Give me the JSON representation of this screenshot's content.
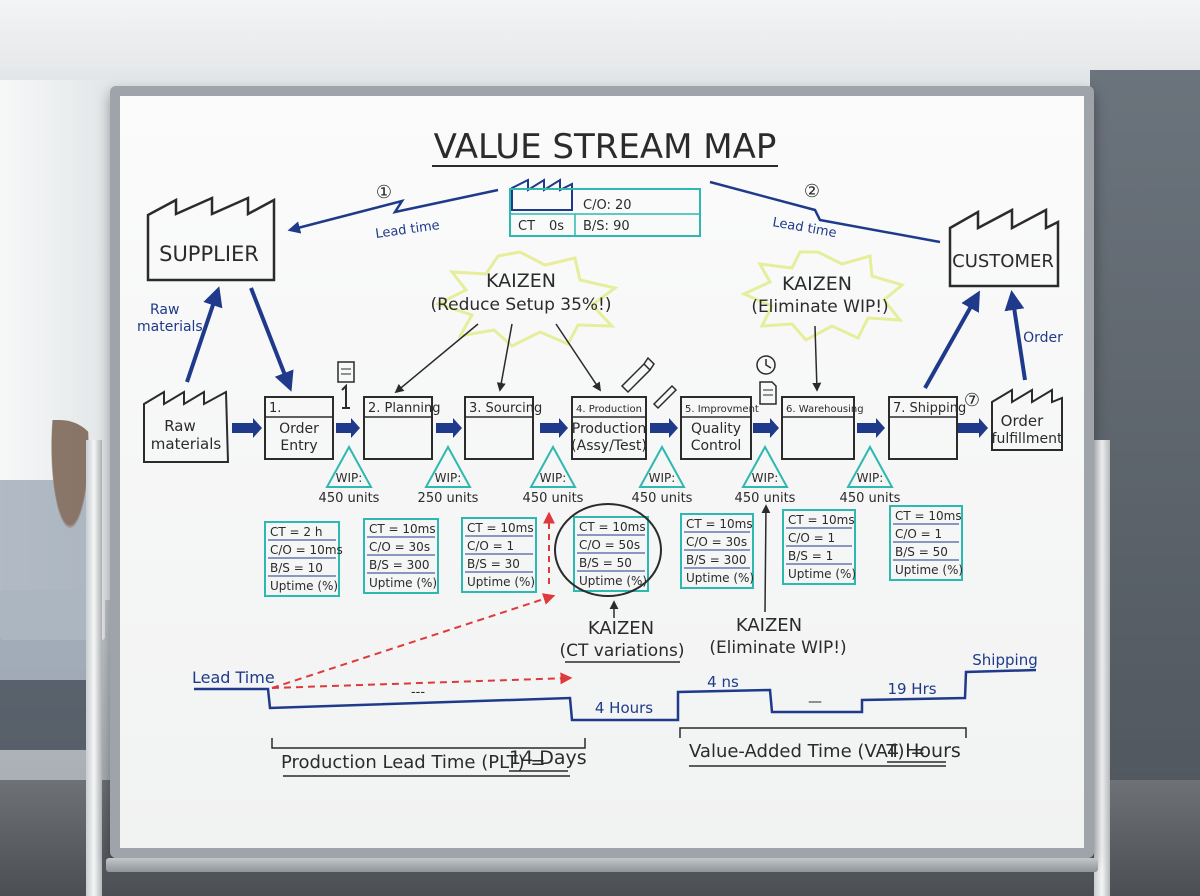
{
  "title": "VALUE STREAM MAP",
  "control": {
    "number": "①",
    "co": "C/O: 20",
    "bs": "B/S: 90",
    "ct": "CT",
    "ct_value": "0s"
  },
  "supplier": {
    "label": "SUPPLIER",
    "lead_time": "Lead time",
    "number": "①",
    "raw_materials_arrow": "Raw materials"
  },
  "customer": {
    "label": "CUSTOMER",
    "lead_time": "Lead time",
    "number": "②",
    "order_arrow": "Order"
  },
  "kaizen_bursts": [
    {
      "title": "KAIZEN",
      "text": "(Reduce Setup 35%!)"
    },
    {
      "title": "KAIZEN",
      "text": "(Eliminate WIP!)"
    }
  ],
  "kaizen_notes": [
    {
      "title": "KAIZEN",
      "text": "(CT variations)"
    },
    {
      "title": "KAIZEN",
      "text": "(Eliminate WIP!)"
    }
  ],
  "raw_materials": {
    "line1": "Raw",
    "line2": "materials"
  },
  "processes": [
    {
      "header": "1.",
      "body1": "Order",
      "body2": "Entry"
    },
    {
      "header": "2. Planning",
      "body1": "",
      "body2": ""
    },
    {
      "header": "3. Sourcing",
      "body1": "",
      "body2": ""
    },
    {
      "header": "4. Production",
      "body1": "Production",
      "body2": "(Assy/Test)"
    },
    {
      "header": "5. Improvment",
      "body1": "Quality",
      "body2": "Control"
    },
    {
      "header": "6. Warehousing",
      "body1": "",
      "body2": ""
    },
    {
      "header": "7. Shipping",
      "body1": "",
      "body2": ""
    }
  ],
  "fulfillment": {
    "number": "⑦",
    "line1": "Order",
    "line2": "fulfillment"
  },
  "inventory": [
    {
      "label": "WIP:",
      "units": "450 units"
    },
    {
      "label": "WIP:",
      "units": "250 units"
    },
    {
      "label": "WIP:",
      "units": "450 units"
    },
    {
      "label": "WIP:",
      "units": "450 units"
    },
    {
      "label": "WIP:",
      "units": "450 units"
    },
    {
      "label": "WIP:",
      "units": "450 units"
    }
  ],
  "data_boxes": [
    [
      "CT = 2 h",
      "C/O = 10ms",
      "B/S = 10",
      "Uptime (%)"
    ],
    [
      "CT = 10ms",
      "C/O = 30s",
      "B/S = 300",
      "Uptime (%)"
    ],
    [
      "CT = 10ms",
      "C/O = 1",
      "B/S = 30",
      "Uptime (%)"
    ],
    [
      "CT = 10ms",
      "C/O = 50s",
      "B/S = 50",
      "Uptime (%)"
    ],
    [
      "CT = 10ms",
      "C/O = 30s",
      "B/S = 300",
      "Uptime (%)"
    ],
    [
      "CT = 10ms",
      "C/O = 1",
      "B/S = 1",
      "Uptime (%)"
    ],
    [
      "CT = 10ms",
      "C/O = 1",
      "B/S = 50",
      "Uptime (%)"
    ]
  ],
  "timeline": {
    "lead_time": "Lead Time",
    "dash_label": "---",
    "four_hours": "4 Hours",
    "four_ns": "4 ns",
    "dash2": "—",
    "nineteen_hrs": "19 Hrs",
    "shipping": "Shipping",
    "plt_label": "Production Lead Time (PLT) =",
    "plt_value": "14 Days",
    "vat_label": "Value-Added Time (VAT) =",
    "vat_value": "4 Hours"
  },
  "colors": {
    "ink": "#2b2b2b",
    "blue": "#1f3a8a",
    "teal": "#2fb8b0",
    "red": "#e0393b",
    "burst": "#e6ee9c"
  }
}
